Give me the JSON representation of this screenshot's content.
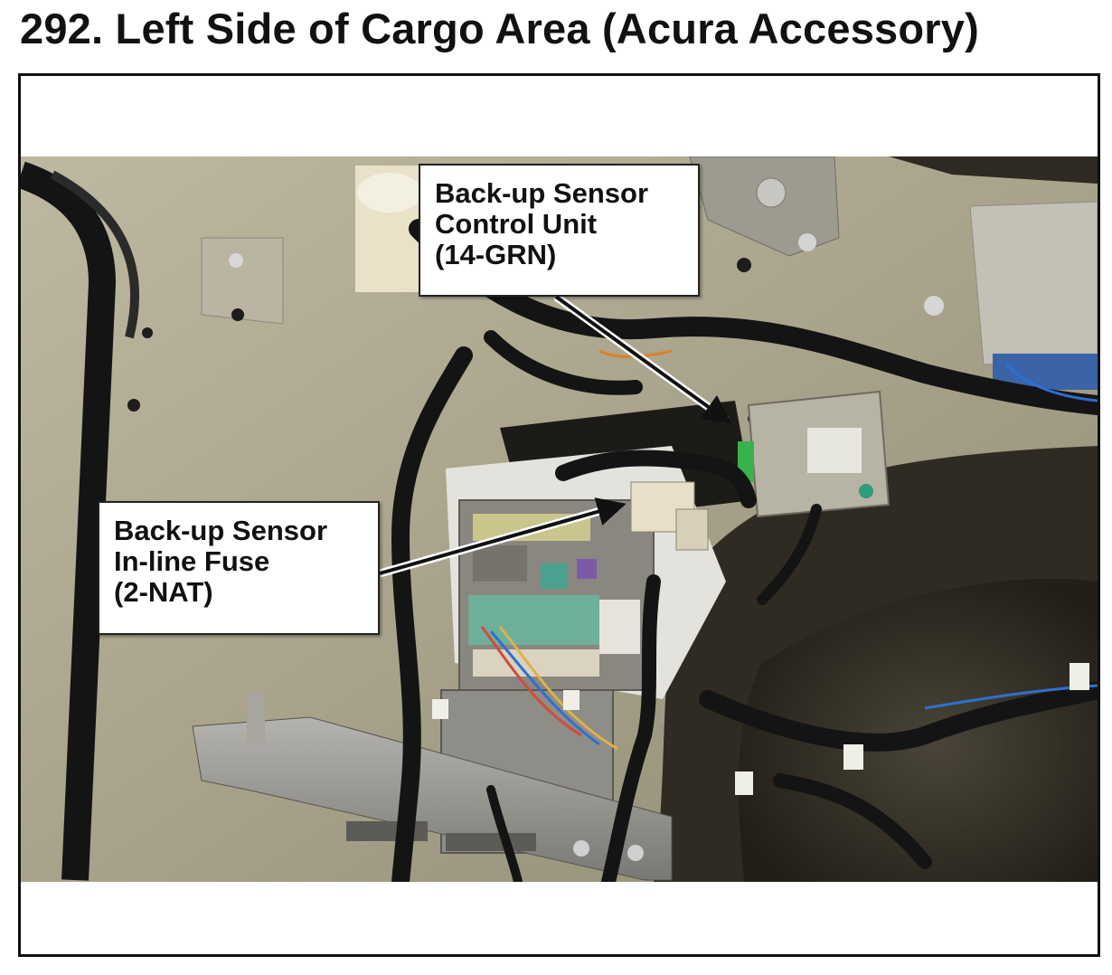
{
  "page": {
    "title": "292.  Left Side of Cargo Area (Acura Accessory)"
  },
  "callouts": {
    "control_unit": {
      "line1": "Back-up Sensor",
      "line2": "Control Unit",
      "line3": "(14-GRN)"
    },
    "fuse": {
      "line1": "Back-up Sensor",
      "line2": "In-line Fuse",
      "line3": "(2-NAT)"
    }
  },
  "colors": {
    "panel": "#a9a48c",
    "harness": "#151515",
    "callout_bg": "#ffffff",
    "text": "#111111"
  }
}
